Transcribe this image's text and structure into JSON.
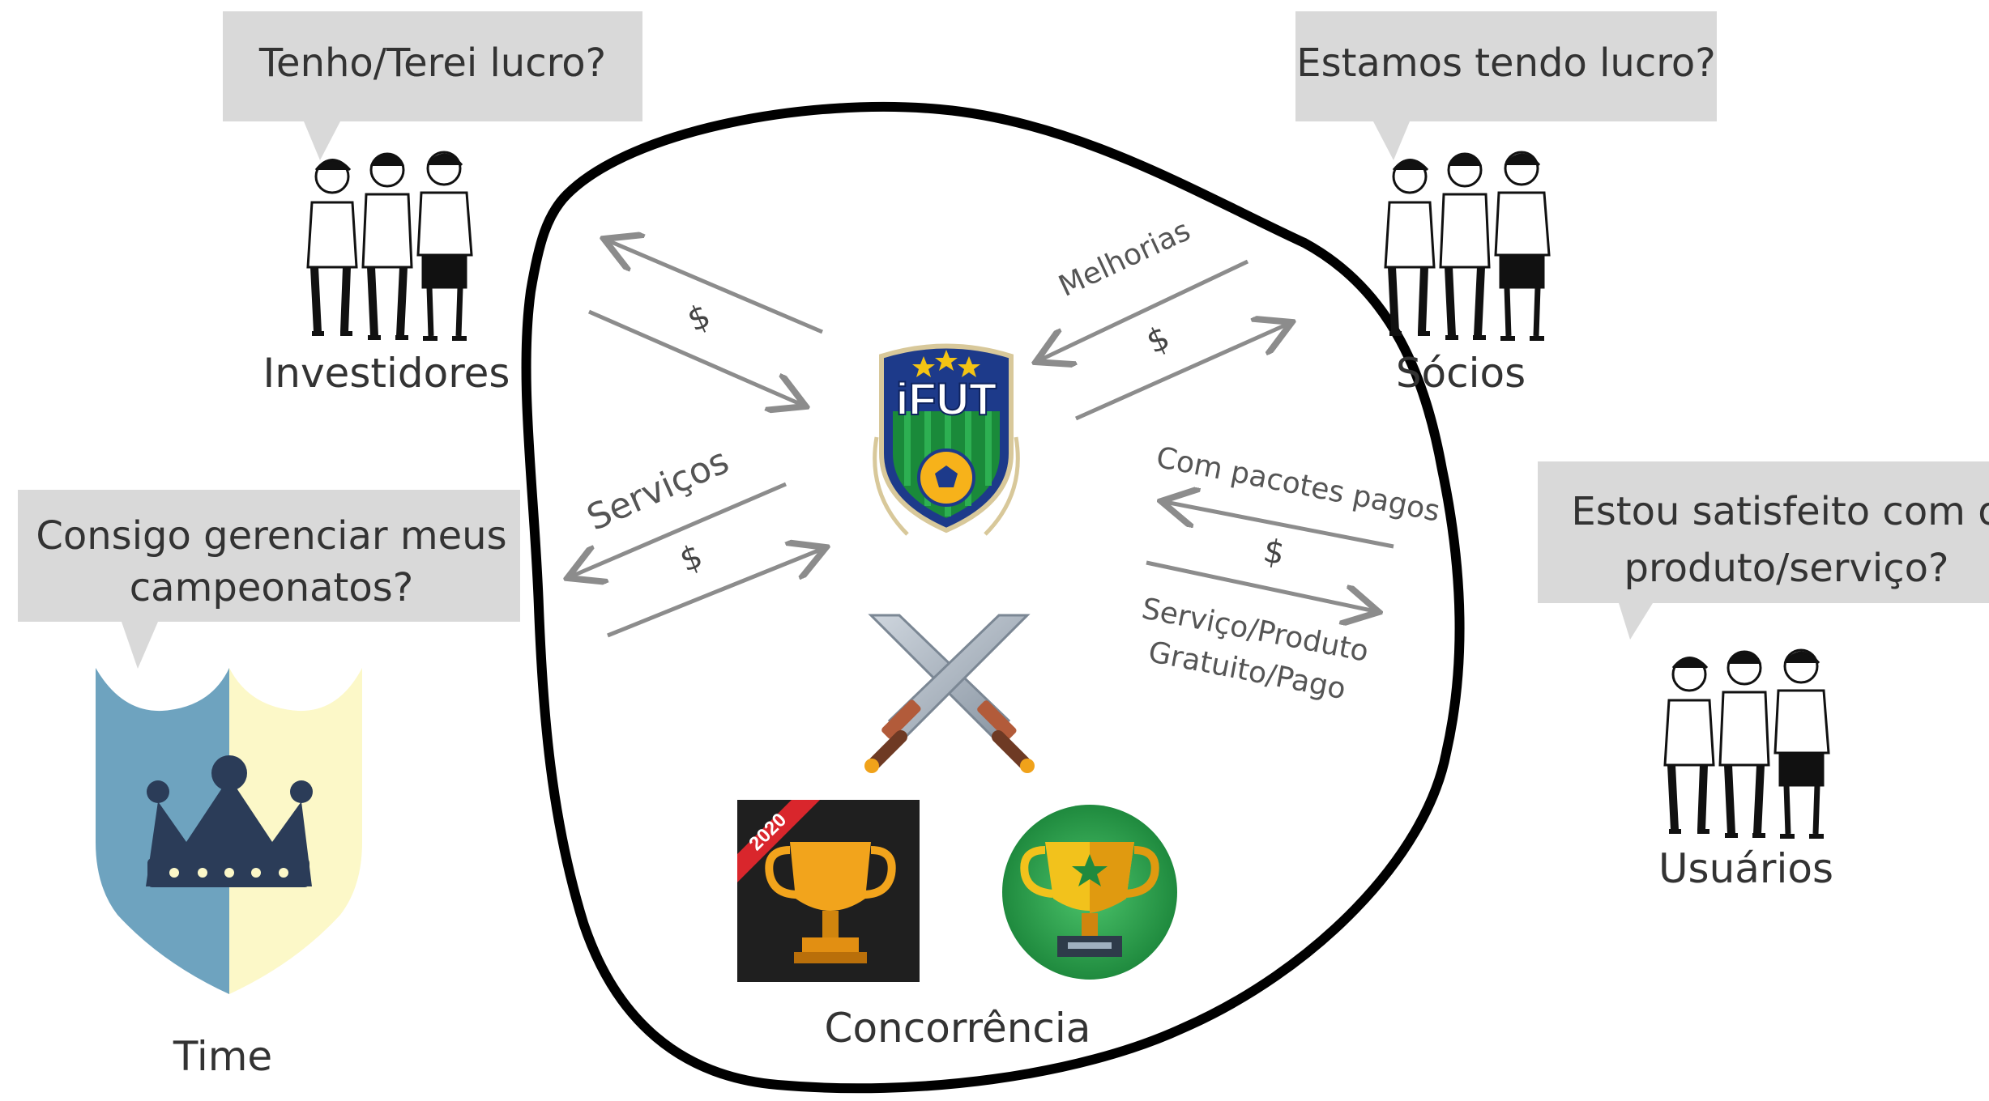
{
  "bubbles": {
    "investidores": "Tenho/Terei lucro?",
    "socios": "Estamos tendo lucro?",
    "time_line1": "Consigo gerenciar meus",
    "time_line2": "campeonatos?",
    "usuarios_line1": "Estou satisfeito com o",
    "usuarios_line2": "produto/serviço?"
  },
  "labels": {
    "investidores": "Investidores",
    "socios": "Sócios",
    "time": "Time",
    "usuarios": "Usuários",
    "concorrencia": "Concorrência"
  },
  "relations": {
    "melhorias": "Melhorias",
    "servicos": "Serviços",
    "com_pacotes": "Com pacotes pagos",
    "servico_produto": "Serviço/Produto",
    "gratuito_pago": "Gratuito/Pago",
    "dollar": "$"
  },
  "logo": {
    "text": "iFUT"
  },
  "competitors": {
    "badge_year": "2020"
  },
  "colors": {
    "bubble": "#d9d9d9",
    "arrow": "#8c8c8c",
    "shield_left": "#6ea3bf",
    "shield_right": "#fcf8c8",
    "crown": "#2b3c58",
    "logo_blue": "#1d3a8a",
    "logo_green": "#1a8a3a",
    "trophy_gold": "#f2a41c",
    "competitor_green": "#2fa84f"
  }
}
